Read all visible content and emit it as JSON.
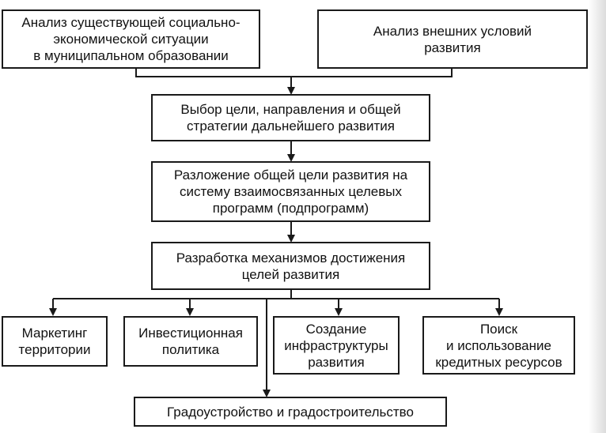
{
  "nodes": {
    "analysis_social": {
      "lines": [
        "Анализ существующей социально-",
        "экономической ситуации",
        "в муниципальном образовании"
      ]
    },
    "analysis_external": {
      "lines": [
        "Анализ внешних условий",
        "развития"
      ]
    },
    "goal_choice": {
      "lines": [
        "Выбор цели, направления и общей",
        "стратегии дальнейшего развития"
      ]
    },
    "goal_decomposition": {
      "lines": [
        "Разложение общей цели развития на",
        "систему взаимосвязанных целевых",
        "программ (подпрограмм)"
      ]
    },
    "mechanisms": {
      "lines": [
        "Разработка механизмов достижения",
        "целей развития"
      ]
    },
    "marketing": {
      "lines": [
        "Маркетинг",
        "территории"
      ]
    },
    "investment": {
      "lines": [
        "Инвестиционная",
        "политика"
      ]
    },
    "infrastructure": {
      "lines": [
        "Создание",
        "инфраструктуры",
        "развития"
      ]
    },
    "credit": {
      "lines": [
        "Поиск",
        "и использование",
        "кредитных ресурсов"
      ]
    },
    "urban": {
      "lines": [
        "Градоустройство и градостроительство"
      ]
    }
  },
  "colors": {
    "line": "#1a1a1a",
    "text": "#111111",
    "background": "#ffffff"
  }
}
